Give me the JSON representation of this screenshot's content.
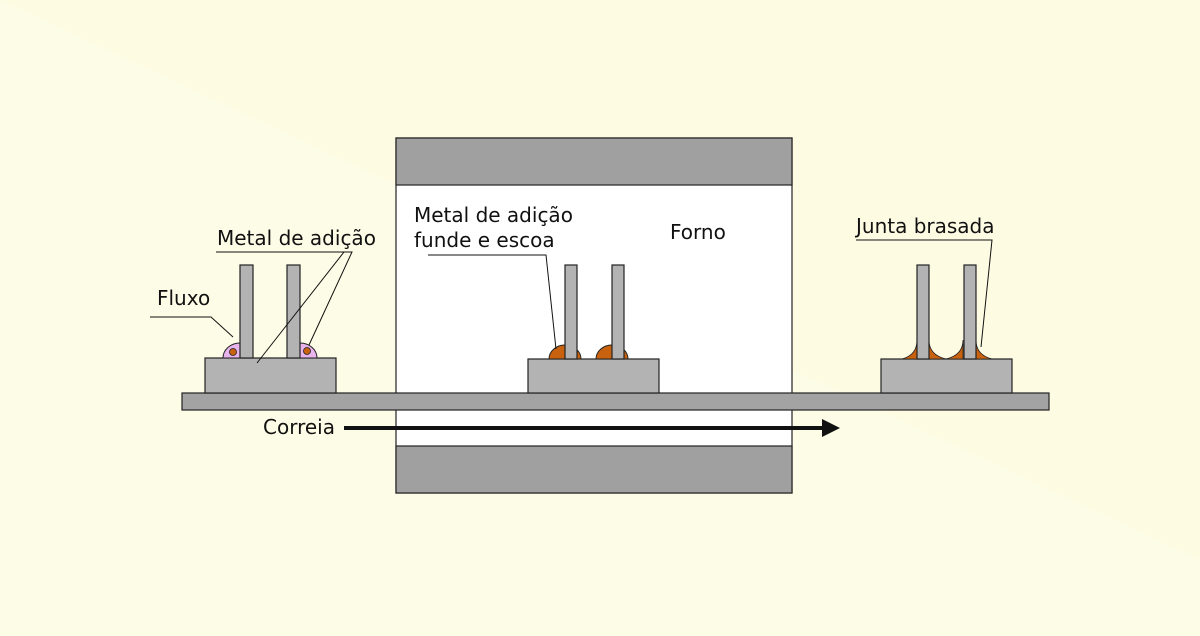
{
  "labels": {
    "fluxo": "Fluxo",
    "metal_adicao": "Metal de adição",
    "metal_funde_line1": "Metal de adição",
    "metal_funde_line2": "funde e escoa",
    "forno": "Forno",
    "junta_brasada": "Junta brasada",
    "correia": "Correia"
  },
  "colors": {
    "background": "#fdfce6",
    "furnace_wall": "#a0a0a0",
    "part": "#b3b3b3",
    "flux": "#e8b4ec",
    "molten_metal": "#c8620f",
    "belt": "#a3a3a3",
    "arrow": "#111111"
  }
}
